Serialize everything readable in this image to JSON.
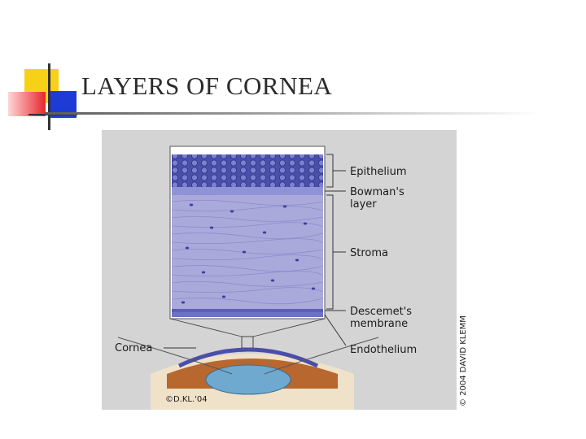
{
  "slide": {
    "title": "LAYERS OF CORNEA"
  },
  "figure": {
    "labels": {
      "epithelium": "Epithelium",
      "bowmans_line1": "Bowman's",
      "bowmans_line2": "layer",
      "stroma": "Stroma",
      "descemets_line1": "Descemet's",
      "descemets_line2": "membrane",
      "endothelium": "Endothelium",
      "cornea": "Cornea"
    },
    "copyright": "© 2004 DAVID KLEMM",
    "artist_signature": "©D.KL.'04"
  },
  "colors": {
    "yellow": "#f7d117",
    "red": "#e8262d",
    "blue": "#1f3bd6",
    "panel": "#d4d4d4",
    "stroma": "#a9a9dc",
    "epithelium": "#4a4fa8",
    "iris": "#b8672f",
    "lens": "#6fa9cf"
  }
}
